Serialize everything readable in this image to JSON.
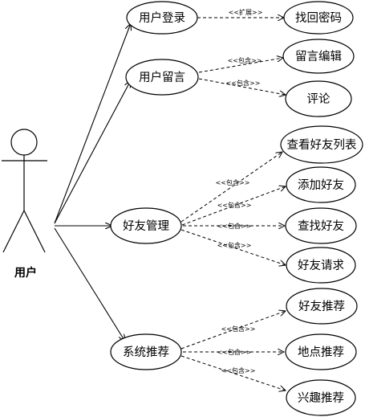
{
  "actor": {
    "label": "用户"
  },
  "use_cases": {
    "login": "用户登录",
    "recover_password": "找回密码",
    "message": "用户留言",
    "edit_message": "留言编辑",
    "comment": "评论",
    "friend_management": "好友管理",
    "view_friend_list": "查看好友列表",
    "add_friend": "添加好友",
    "find_friend": "查找好友",
    "friend_request": "好友请求",
    "system_recommendation": "系统推荐",
    "recommend_friends": "好友推荐",
    "recommend_places": "地点推荐",
    "recommend_interests": "兴趣推荐"
  },
  "stereotypes": {
    "extend": "<<扩展>>",
    "include": "<<包含>>"
  }
}
